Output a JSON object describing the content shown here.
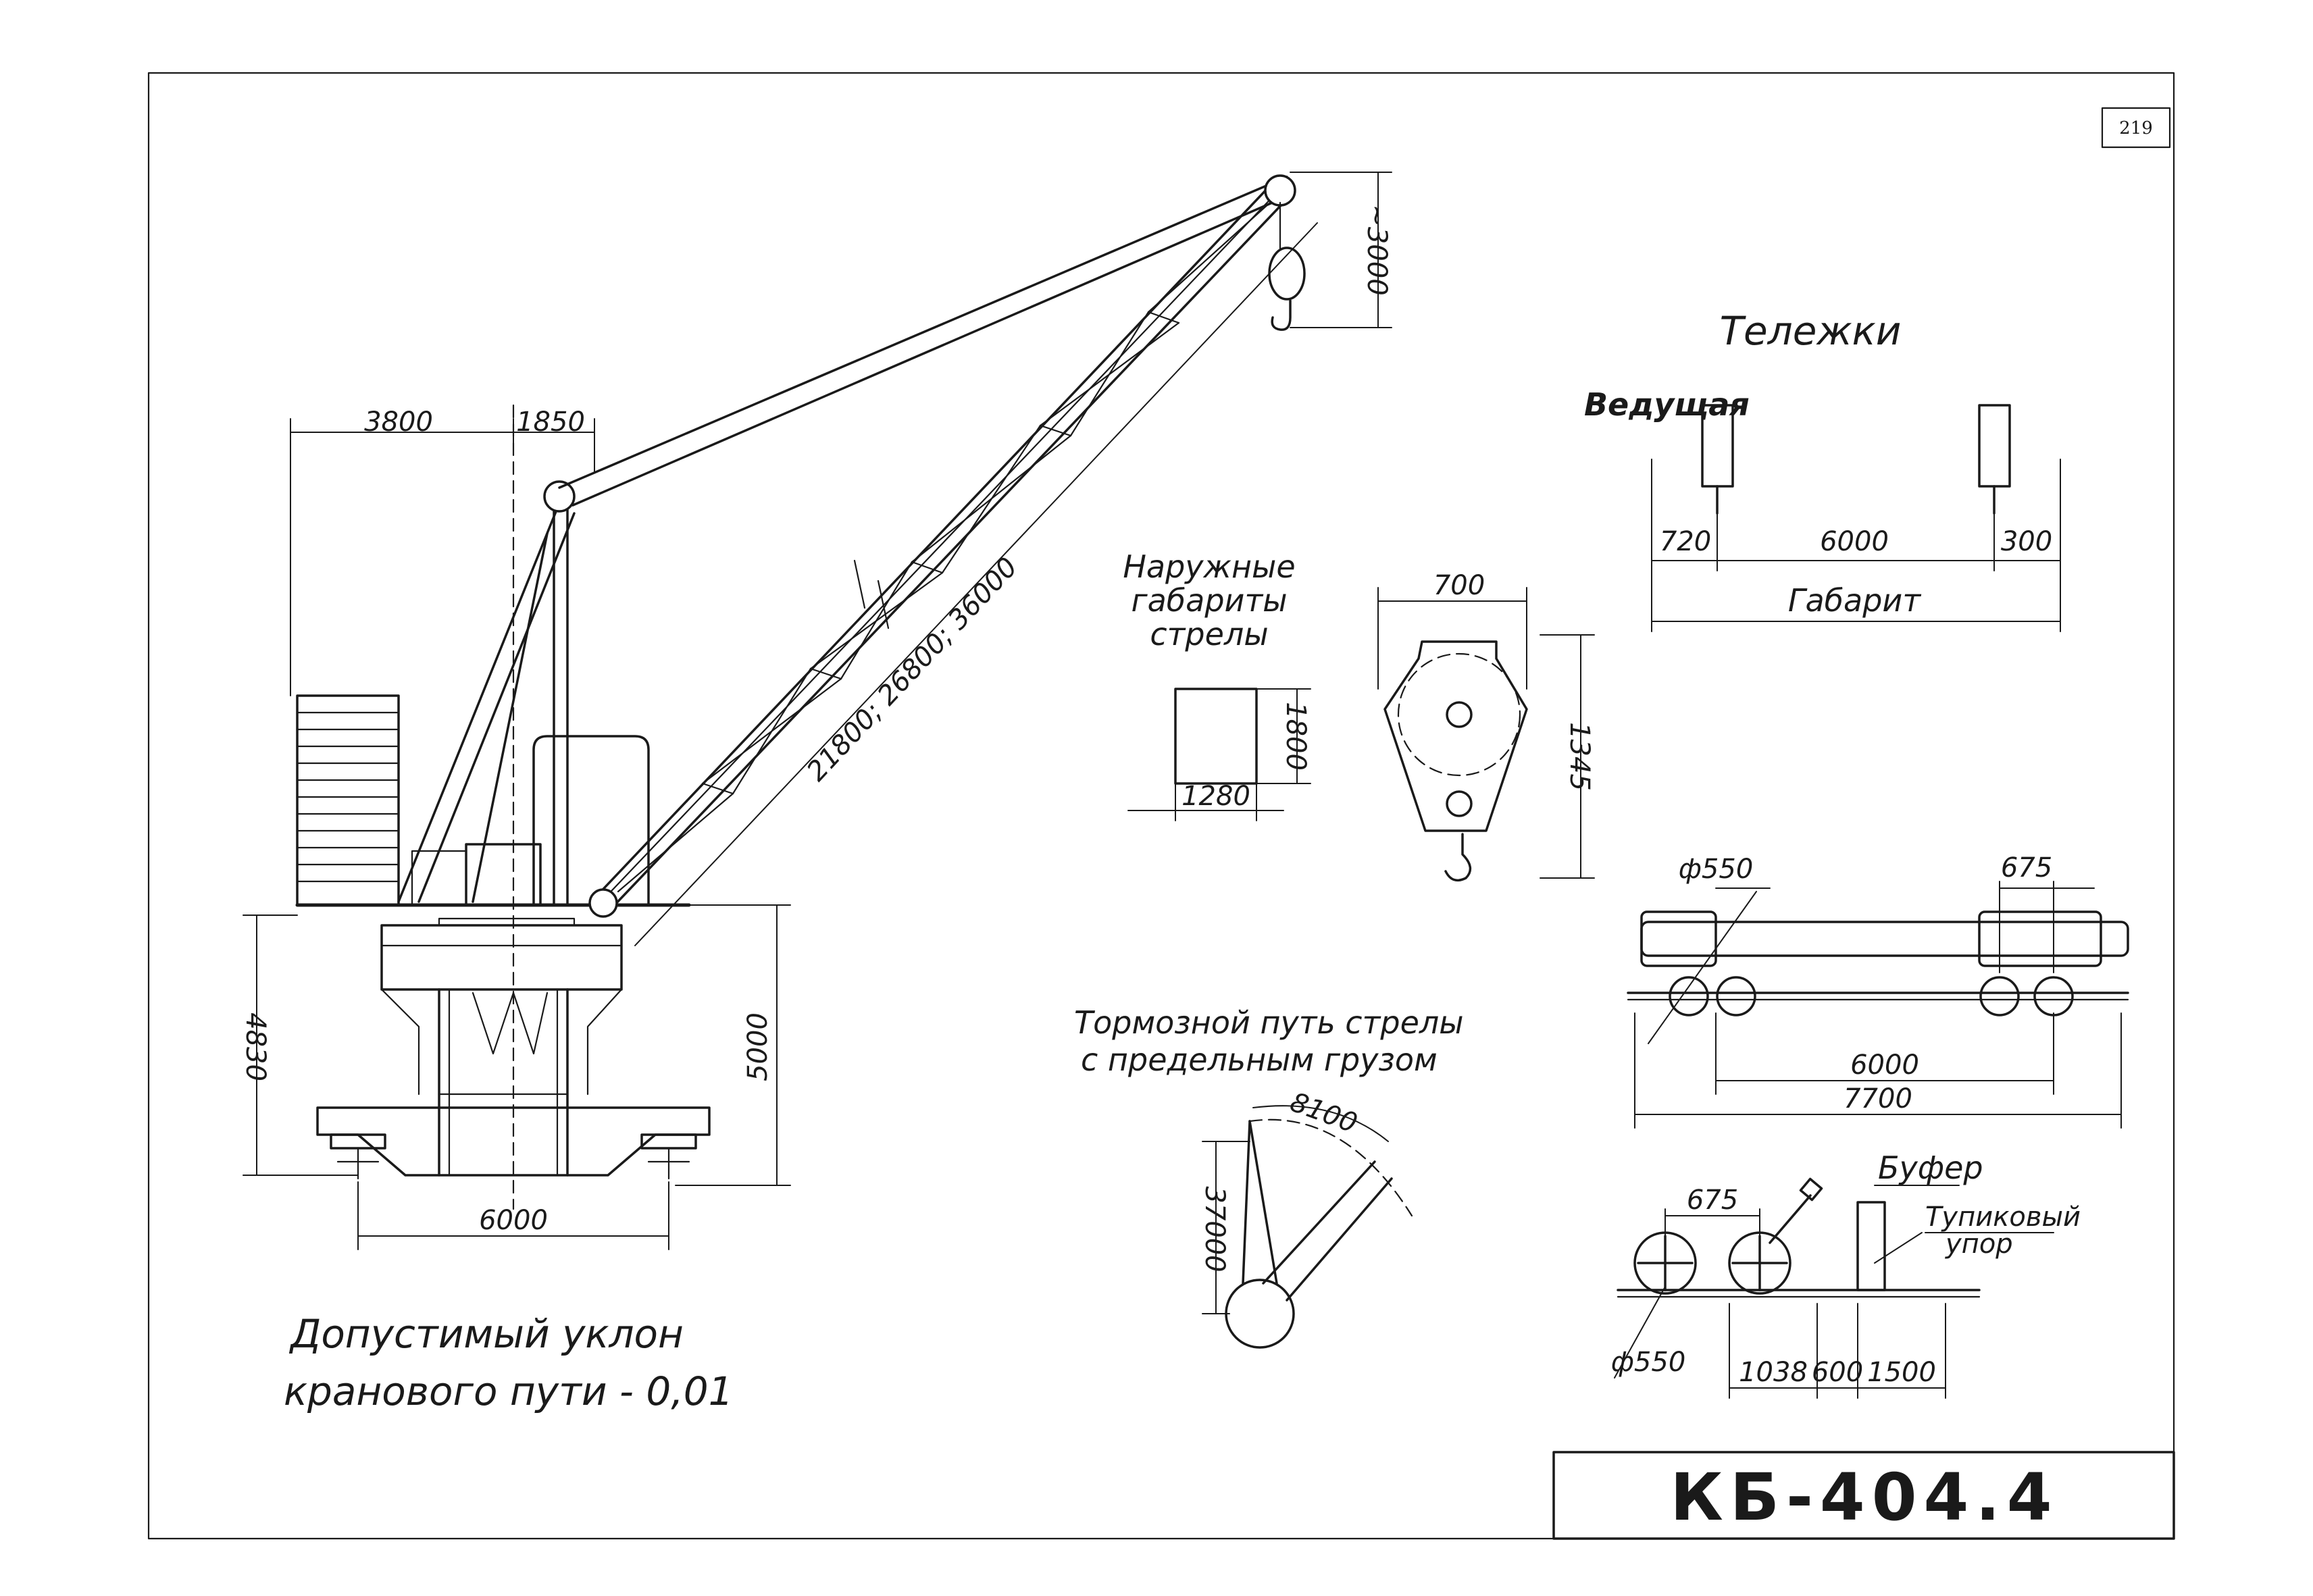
{
  "page_number": "219",
  "title_block": {
    "code": "КБ-404.4"
  },
  "crane": {
    "dims": {
      "d3800": "3800",
      "d1850": "1850",
      "jib_lengths": "21800; 26800; 36000",
      "d3000": "~3000",
      "d4830": "4830",
      "d5000": "5000",
      "d6000": "6000"
    }
  },
  "jib_section": {
    "title_l1": "Наружные",
    "title_l2": "габариты",
    "title_l3": "стрелы",
    "width": "1280",
    "height": "1800"
  },
  "hook_block": {
    "width": "700",
    "height": "1345"
  },
  "bogies": {
    "title": "Тележки",
    "drive_label": "Ведущая",
    "d720": "720",
    "d6000": "6000",
    "d300": "300",
    "gabarit": "Габарит"
  },
  "wheel_base": {
    "dia": "ф550",
    "d675": "675",
    "d6000": "6000",
    "d7700": "7700"
  },
  "buffer_detail": {
    "buffer": "Буфер",
    "stop_l1": "Тупиковый",
    "stop_l2": "упор",
    "d675": "675",
    "dia": "ф550",
    "d1038": "1038",
    "d600": "600",
    "d1500": "1500"
  },
  "brake": {
    "title_l1": "Тормозной путь стрелы",
    "title_l2": "с предельным грузом",
    "arc": "8100",
    "height": "37000"
  },
  "note": {
    "line1": "Допустимый   уклон",
    "line2": "кранового пути - 0,01"
  }
}
